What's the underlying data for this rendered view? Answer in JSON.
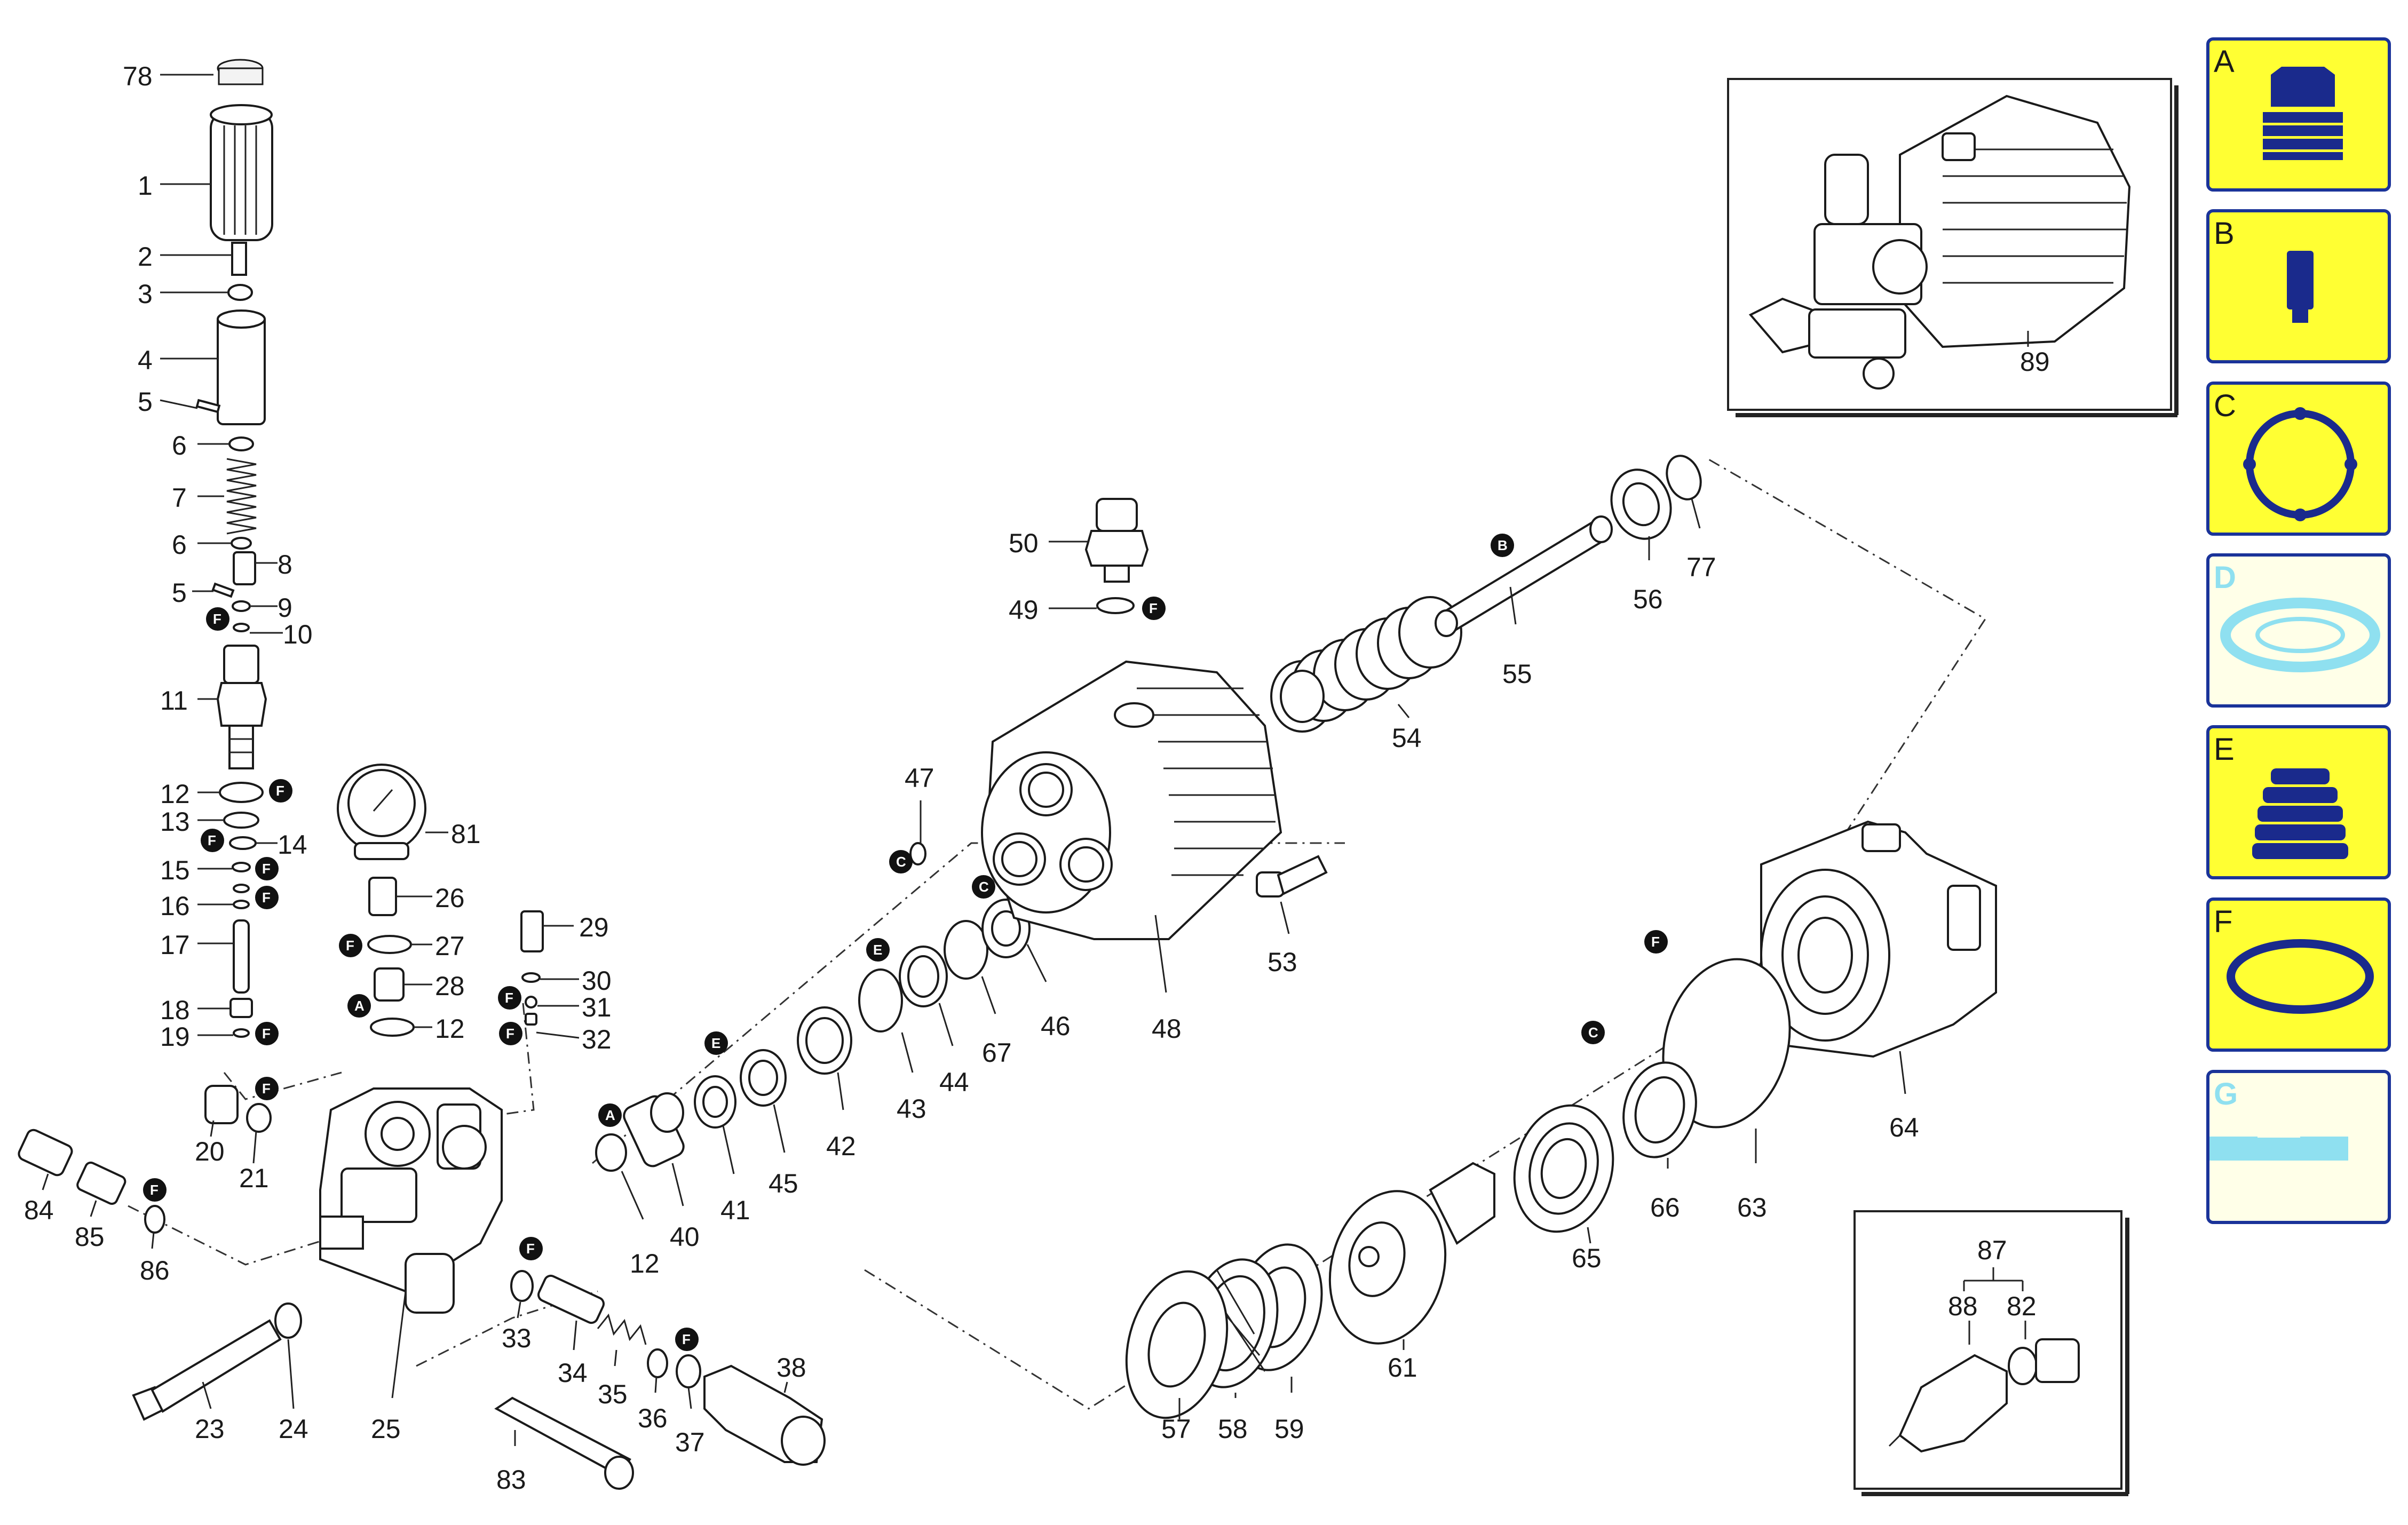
{
  "parts": {
    "p78": "78",
    "p1": "1",
    "p2": "2",
    "p3": "3",
    "p4": "4",
    "p5a": "5",
    "p6a": "6",
    "p7": "7",
    "p6b": "6",
    "p8": "8",
    "p5b": "5",
    "p9": "9",
    "p10": "10",
    "p11": "11",
    "p12a": "12",
    "p13": "13",
    "p14": "14",
    "p15": "15",
    "p16": "16",
    "p17": "17",
    "p18": "18",
    "p19": "19",
    "p81": "81",
    "p26": "26",
    "p27": "27",
    "p28": "28",
    "p12b": "12",
    "p29": "29",
    "p30": "30",
    "p31": "31",
    "p32": "32",
    "p20": "20",
    "p21": "21",
    "p84": "84",
    "p85": "85",
    "p86": "86",
    "p23": "23",
    "p24": "24",
    "p25": "25",
    "p33": "33",
    "p34": "34",
    "p35": "35",
    "p36": "36",
    "p37": "37",
    "p38": "38",
    "p83": "83",
    "p12c": "12",
    "p40": "40",
    "p41": "41",
    "p45": "45",
    "p42": "42",
    "p43": "43",
    "p44": "44",
    "p67": "67",
    "p46": "46",
    "p47": "47",
    "p48": "48",
    "p50": "50",
    "p49": "49",
    "p53": "53",
    "p54": "54",
    "p55": "55",
    "p56": "56",
    "p77": "77",
    "p64": "64",
    "p63": "63",
    "p66": "66",
    "p65": "65",
    "p61": "61",
    "p57": "57",
    "p58": "58",
    "p59": "59",
    "p89": "89",
    "p87": "87",
    "p88": "88",
    "p82": "82"
  },
  "badges": {
    "F": "F",
    "A": "A",
    "B": "B",
    "C": "C",
    "E": "E"
  },
  "kits": [
    {
      "letter": "A",
      "icon": "nozzle-seal-icon",
      "active": true
    },
    {
      "letter": "B",
      "icon": "valve-pin-icon",
      "active": true
    },
    {
      "letter": "C",
      "icon": "gasket-ring-icon",
      "active": true
    },
    {
      "letter": "D",
      "icon": "flat-washer-icon",
      "active": false
    },
    {
      "letter": "E",
      "icon": "bellows-seal-icon",
      "active": true
    },
    {
      "letter": "F",
      "icon": "o-ring-icon",
      "active": true
    },
    {
      "letter": "G",
      "icon": "shim-strip-icon",
      "active": false
    }
  ],
  "colors": {
    "kit_active_bg": "#ffff33",
    "kit_border": "#1a3399",
    "kit_inactive_bg": "#ffffe8",
    "badge": "#111111",
    "faded_icon": "#8fe0f0",
    "dark_icon": "#1a2a8c"
  }
}
